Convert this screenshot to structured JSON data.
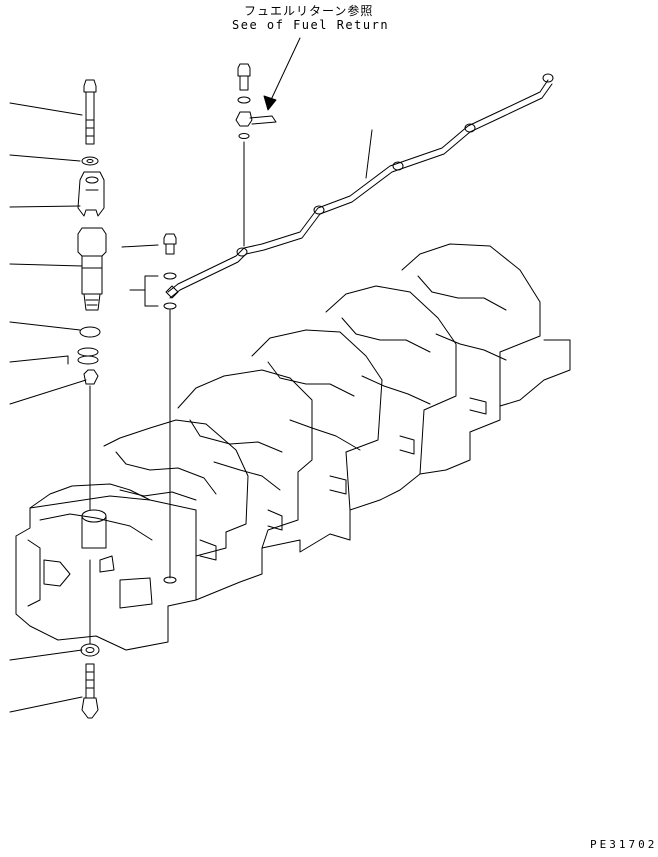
{
  "diagram": {
    "note": {
      "japanese": "フュエルリターン参照",
      "english": "See of Fuel Return"
    },
    "drawing_number": "PE31702",
    "stroke_color": "#000000",
    "background_color": "#ffffff"
  }
}
